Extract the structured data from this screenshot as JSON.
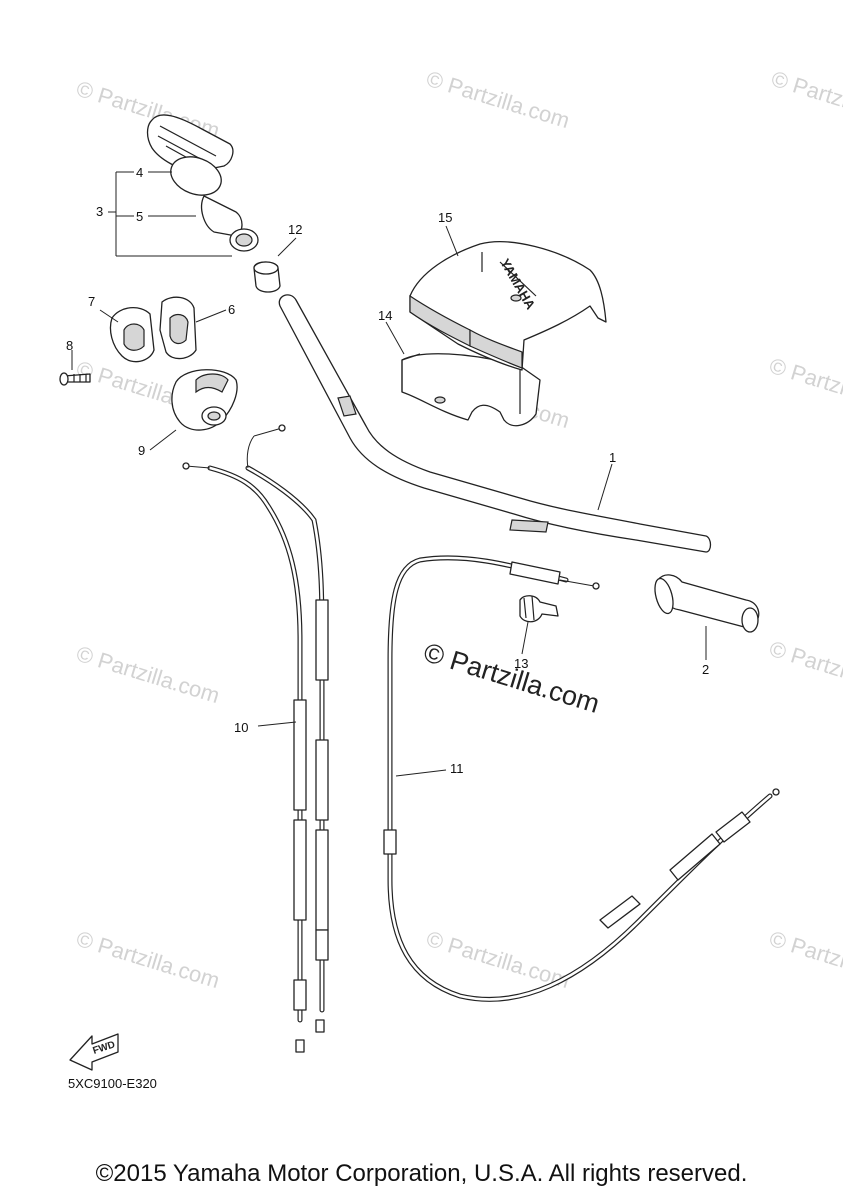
{
  "drawing_code": "5XC9100-E320",
  "copyright": "©2015 Yamaha Motor Corporation, U.S.A. All rights reserved.",
  "fwd_label": "FWD",
  "logo_text": "YAMAHA",
  "watermark": {
    "small": "© Partzilla.com",
    "main": "© Partzilla.com"
  },
  "callouts": {
    "c1": "1",
    "c2": "2",
    "c3": "3",
    "c4": "4",
    "c5": "5",
    "c6": "6",
    "c7": "7",
    "c8": "8",
    "c9": "9",
    "c10": "10",
    "c11": "11",
    "c12": "12",
    "c13": "13",
    "c14": "14",
    "c15": "15"
  }
}
